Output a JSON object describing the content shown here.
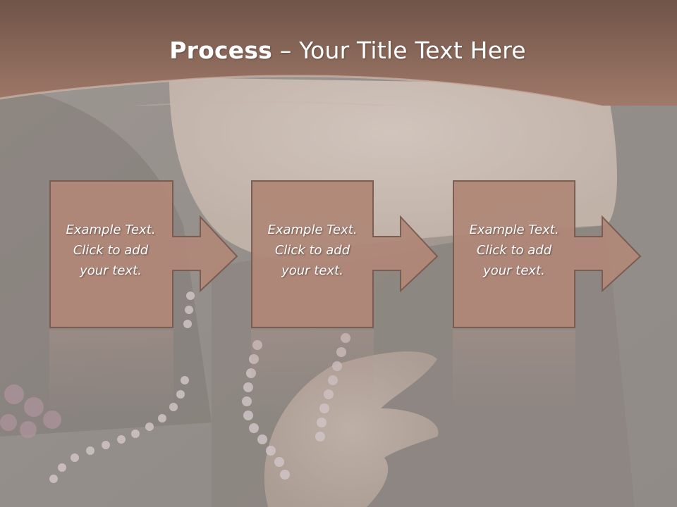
{
  "title": {
    "bold": "Process",
    "rest": " – Your Title Text Here"
  },
  "steps": [
    {
      "line1": "Example Text.",
      "line2": "Click  to add",
      "line3": "your text."
    },
    {
      "line1": "Example Text.",
      "line2": "Click  to add",
      "line3": "your text."
    },
    {
      "line1": "Example Text.",
      "line2": "Click  to add",
      "line3": "your text."
    }
  ],
  "colors": {
    "header": "#8a6552",
    "box_fill": "#b08878",
    "box_border": "#7a5a4e"
  }
}
